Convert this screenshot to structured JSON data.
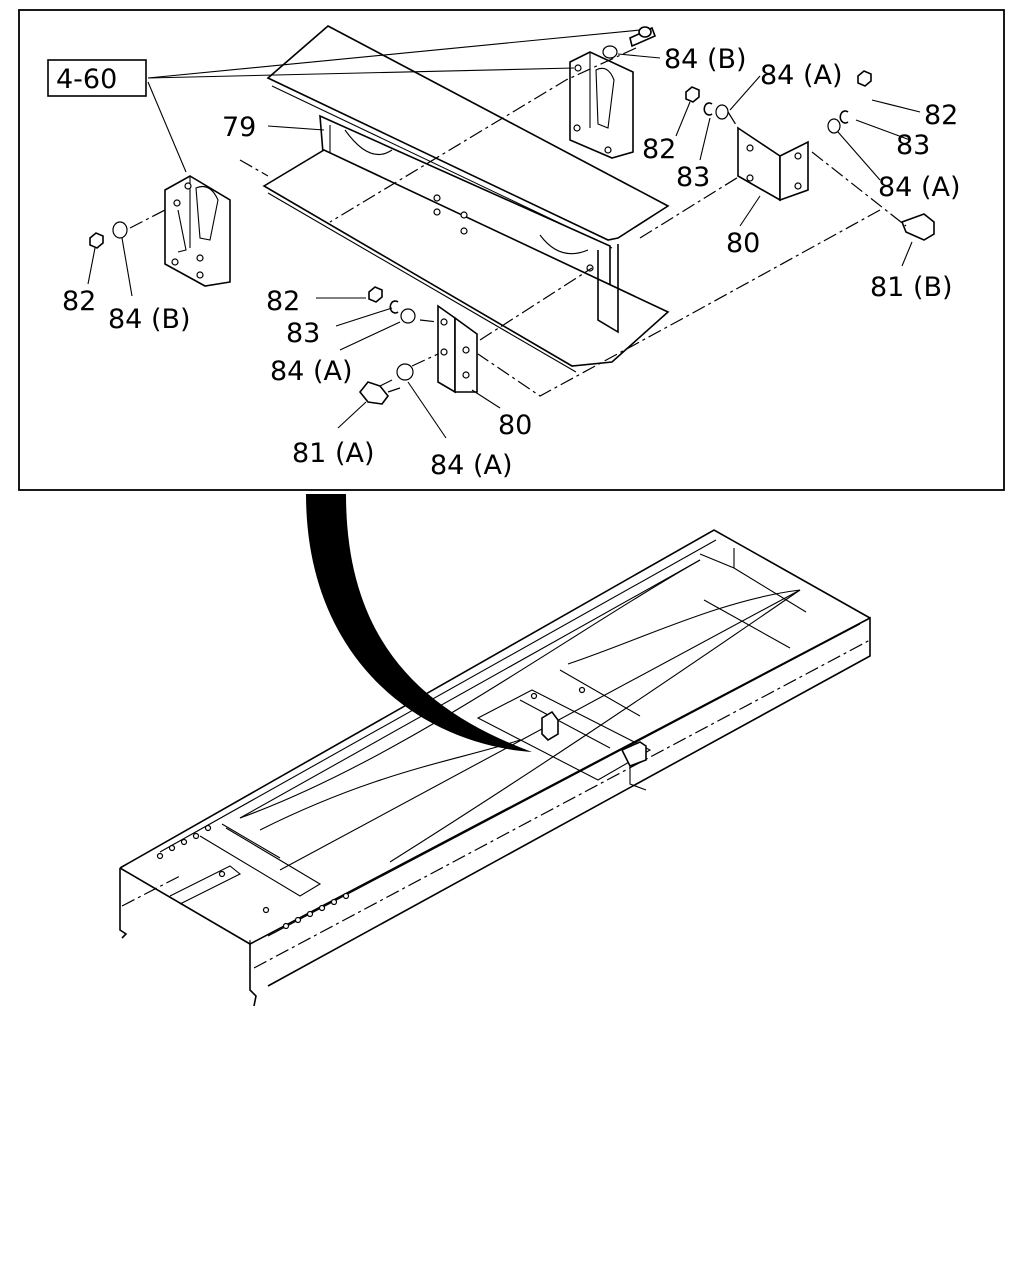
{
  "labels": {
    "ref_4_60": "4-60",
    "p79": "79",
    "p80_right": "80",
    "p80_lower": "80",
    "p81a": "81 (A)",
    "p81b": "81 (B)",
    "p82_left": "82",
    "p82_mid_right": "82",
    "p82_far_right": "82",
    "p82_lower": "82",
    "p83_mid_right": "83",
    "p83_far_right": "83",
    "p83_lower": "83",
    "p84b_top": "84 (B)",
    "p84b_left": "84 (B)",
    "p84a_top": "84 (A)",
    "p84a_right": "84 (A)",
    "p84a_lower_left": "84 (A)",
    "p84a_bottom": "84 (A)"
  },
  "colors": {
    "line": "#000000",
    "background": "#ffffff"
  }
}
